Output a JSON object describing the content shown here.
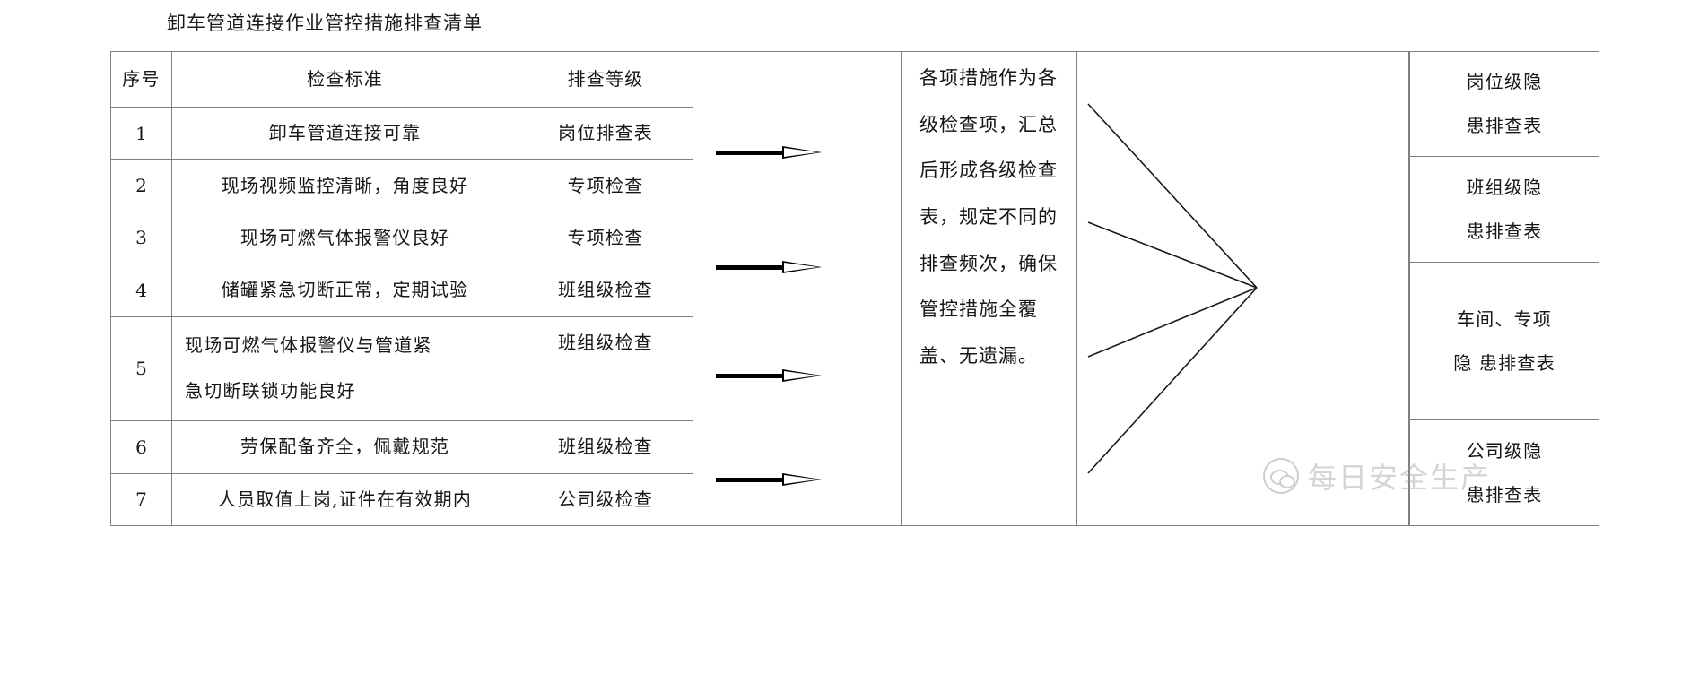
{
  "document": {
    "title": "卸车管道连接作业管控措施排查清单"
  },
  "checklist_table": {
    "columns": [
      "序号",
      "检查标准",
      "排查等级"
    ],
    "rows": [
      {
        "no": "1",
        "standard": "卸车管道连接可靠",
        "standard_lines": [
          "卸车管道连接可靠"
        ],
        "level": "岗位排查表"
      },
      {
        "no": "2",
        "standard": "现场视频监控清晰，角度良好",
        "standard_lines": [
          "现场视频监控清晰，角度良好"
        ],
        "level": "专项检查"
      },
      {
        "no": "3",
        "standard": "现场可燃气体报警仪良好",
        "standard_lines": [
          "现场可燃气体报警仪良好"
        ],
        "level": "专项检查"
      },
      {
        "no": "4",
        "standard": "储罐紧急切断正常，定期试验",
        "standard_lines": [
          "储罐紧急切断正常，定期试验"
        ],
        "level": "班组级检查"
      },
      {
        "no": "5",
        "standard": "现场可燃气体报警仪与管道紧急切断联锁功能良好",
        "standard_lines": [
          "现场可燃气体报警仪与管道紧",
          "急切断联锁功能良好"
        ],
        "level": "班组级检查"
      },
      {
        "no": "6",
        "standard": "劳保配备齐全，佩戴规范",
        "standard_lines": [
          "劳保配备齐全，佩戴规范"
        ],
        "level": "班组级检查"
      },
      {
        "no": "7",
        "standard": "人员取值上岗,证件在有效期内",
        "standard_lines": [
          "人员取值上岗,证件在有效期内"
        ],
        "level": "公司级检查"
      }
    ]
  },
  "arrows": {
    "count": 4,
    "icon": "right-arrow-icon"
  },
  "description": {
    "text": "各项措施作为各级检查项，汇总后形成各级检查表，规定不同的排查频次，确保管控措施全覆盖、无遗漏。"
  },
  "output_boxes": [
    {
      "lines": [
        "岗位级隐",
        "患排查表"
      ],
      "label": "岗位级隐患排查表"
    },
    {
      "lines": [
        "班组级隐",
        "患排查表"
      ],
      "label": "班组级隐患排查表"
    },
    {
      "lines": [
        "车间、专项",
        "隐  患排查表"
      ],
      "label": "车间、专项隐患排查表"
    },
    {
      "lines": [
        "公司级隐",
        "患排查表"
      ],
      "label": "公司级隐患排查表"
    }
  ],
  "watermark": {
    "text": "每日安全生产",
    "icon": "wechat-icon"
  },
  "colors": {
    "border": "#808080",
    "text": "#161616",
    "arrow": "#000000",
    "watermark": "#9a9a9a",
    "background": "#ffffff"
  }
}
